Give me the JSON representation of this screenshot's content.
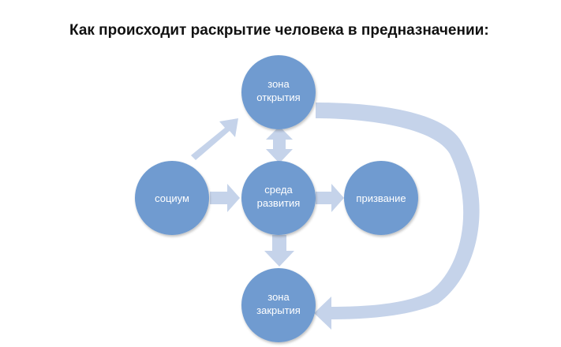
{
  "title": "Как происходит раскрытие человека в предназначении:",
  "colors": {
    "node_fill": "#6f9bd0",
    "arrow_fill": "#c5d3ea",
    "label_text": "#ffffff",
    "title_text": "#111111"
  },
  "nodes": {
    "open_zone": {
      "line1": "зона",
      "line2": "открытия"
    },
    "society": {
      "line1": "социум"
    },
    "environment": {
      "line1": "среда",
      "line2": "развития"
    },
    "calling": {
      "line1": "призвание"
    },
    "closed_zone": {
      "line1": "зона",
      "line2": "закрытия"
    }
  }
}
